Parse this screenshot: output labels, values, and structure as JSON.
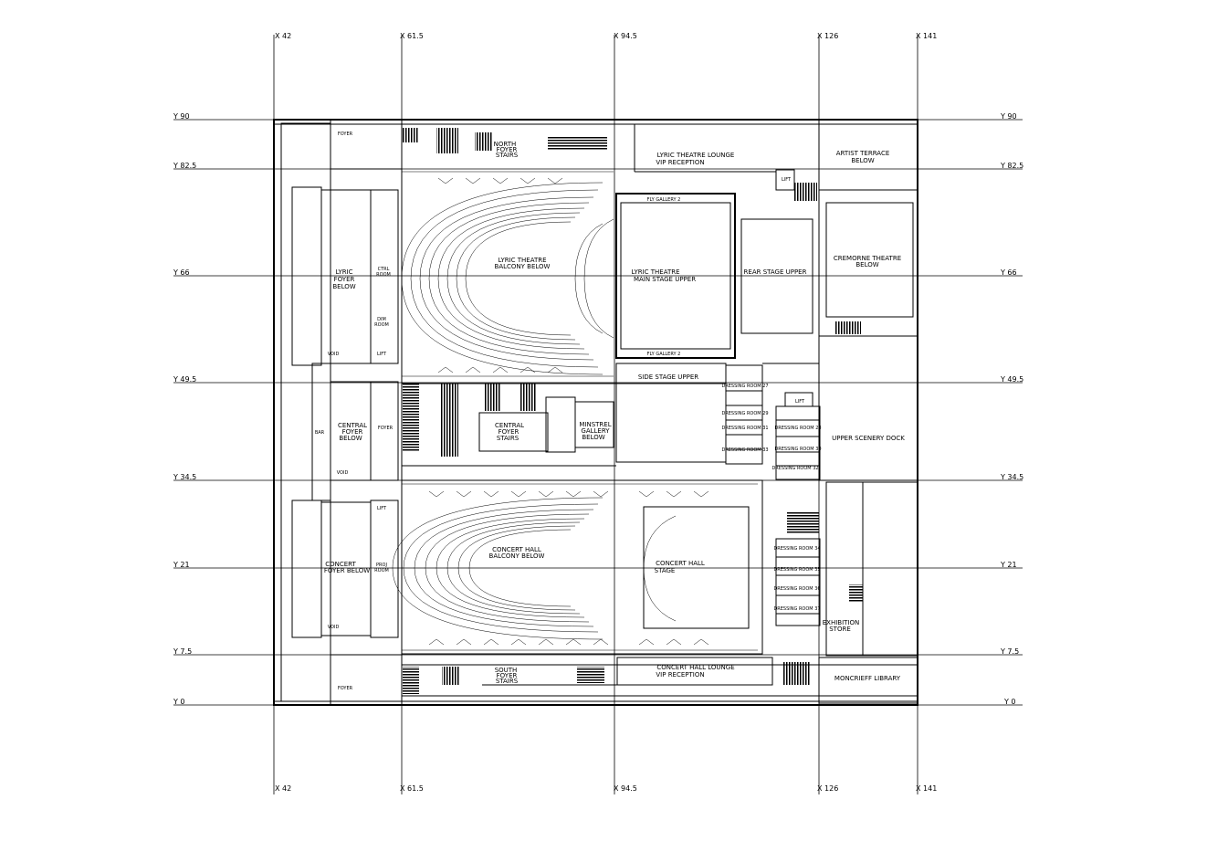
{
  "grid": {
    "x_axes": [
      "X 42",
      "X 61.5",
      "X 94.5",
      "X 126",
      "X 141"
    ],
    "y_axes": [
      "Y 90",
      "Y 82.5",
      "Y 66",
      "Y 49.5",
      "Y 34.5",
      "Y 21",
      "Y 7.5",
      "Y 0"
    ]
  },
  "rooms": {
    "lyric_lounge": [
      "LYRIC THEATRE LOUNGE",
      "VIP RECEPTION"
    ],
    "artist_terrace": [
      "ARTIST TERRACE",
      "BELOW"
    ],
    "north_foyer": [
      "NORTH",
      "FOYER",
      "STAIRS"
    ],
    "foyer_top": "FOYER",
    "lift": "LIFT",
    "fly_gallery_top": "FLY GALLERY 2",
    "fly_gallery_bottom": "FLY GALLERY 2",
    "lyric_balcony": [
      "LYRIC THEATRE",
      "BALCONY BELOW"
    ],
    "lyric_main_stage": [
      "LYRIC THEATRE",
      "MAIN STAGE UPPER"
    ],
    "rear_stage": "REAR STAGE UPPER",
    "cremorne": [
      "CREMORNE THEATRE",
      "BELOW"
    ],
    "lyric_foyer": [
      "LYRIC",
      "FOYER",
      "BELOW"
    ],
    "void": "VOID",
    "bar": "BAR",
    "side_stage": "SIDE STAGE UPPER",
    "central_foyer": [
      "CENTRAL",
      "FOYER",
      "BELOW"
    ],
    "foyer_mid": "FOYER",
    "central_foyer_stairs": [
      "CENTRAL",
      "FOYER",
      "STAIRS"
    ],
    "minstrel_gallery": [
      "MINSTREL",
      "GALLERY",
      "BELOW"
    ],
    "upper_scenery_dock": "UPPER SCENERY DOCK",
    "dressing_rooms": [
      "DRESSING ROOM 27",
      "DRESSING ROOM 28",
      "DRESSING ROOM 29",
      "DRESSING ROOM 30",
      "DRESSING ROOM 31",
      "DRESSING ROOM 32",
      "DRESSING ROOM 33",
      "DRESSING ROOM 34",
      "DRESSING ROOM 35",
      "DRESSING ROOM 36",
      "DRESSING ROOM 37"
    ],
    "concert_balcony": [
      "CONCERT HALL",
      "BALCONY BELOW"
    ],
    "concert_stage": [
      "CONCERT HALL",
      "STAGE"
    ],
    "concert_foyer": [
      "CONCERT",
      "FOYER BELOW"
    ],
    "proj_room": [
      "PROJ",
      "ROOM"
    ],
    "exhibition_store": [
      "EXHIBITION",
      "STORE"
    ],
    "south_foyer": [
      "SOUTH",
      "FOYER",
      "STAIRS"
    ],
    "concert_lounge": [
      "CONCERT HALL LOUNGE",
      "VIP RECEPTION"
    ],
    "moncrieff": "MONCRIEFF LIBRARY",
    "foyer_bottom": "FOYER",
    "ctrl_room": [
      "CTRL",
      "ROOM"
    ],
    "dim_room": [
      "DIM",
      "ROOM"
    ]
  }
}
